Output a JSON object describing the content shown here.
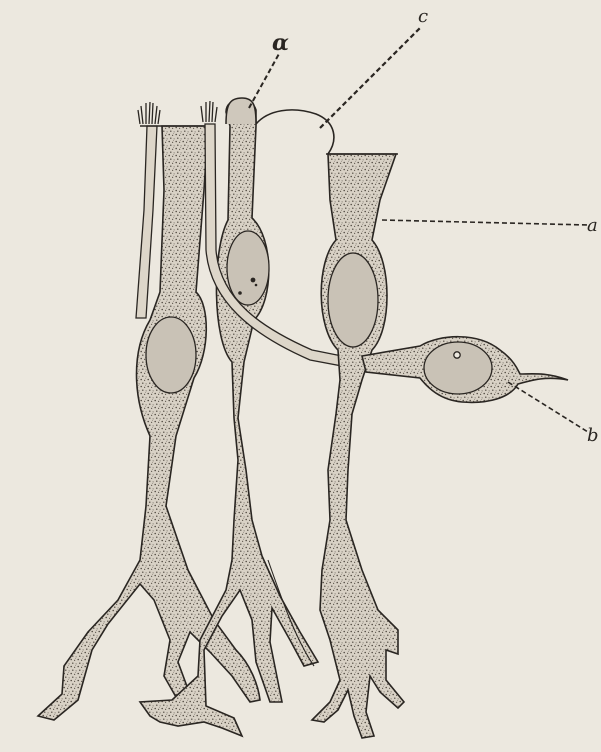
{
  "figure": {
    "labels": {
      "alpha": "α",
      "a": "a",
      "b": "b",
      "c": "c"
    },
    "colors": {
      "paper": "#ece8df",
      "ink": "#2a2622",
      "cell_fill": "#d6d0c5",
      "nucleus_fill": "#c9c2b6",
      "fiber_fill": "#ddd6c9"
    }
  }
}
